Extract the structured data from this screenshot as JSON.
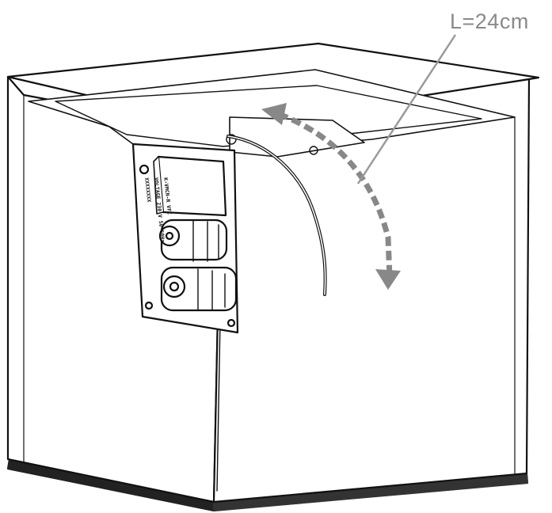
{
  "callout": {
    "text": "L=24cm",
    "color": "#8a8a8a"
  },
  "device_label": {
    "line1": "K-VMCN-R  VFC",
    "line2": "VOLTAGE  230 V 50 60Hz",
    "line3": "XXXXXXXX"
  },
  "colors": {
    "outline": "#111111",
    "arrow": "#888888",
    "base_shadow": "#222222",
    "panel_fill": "#ffffff"
  },
  "icons": [
    "double-curved-arrow",
    "leader-line"
  ]
}
